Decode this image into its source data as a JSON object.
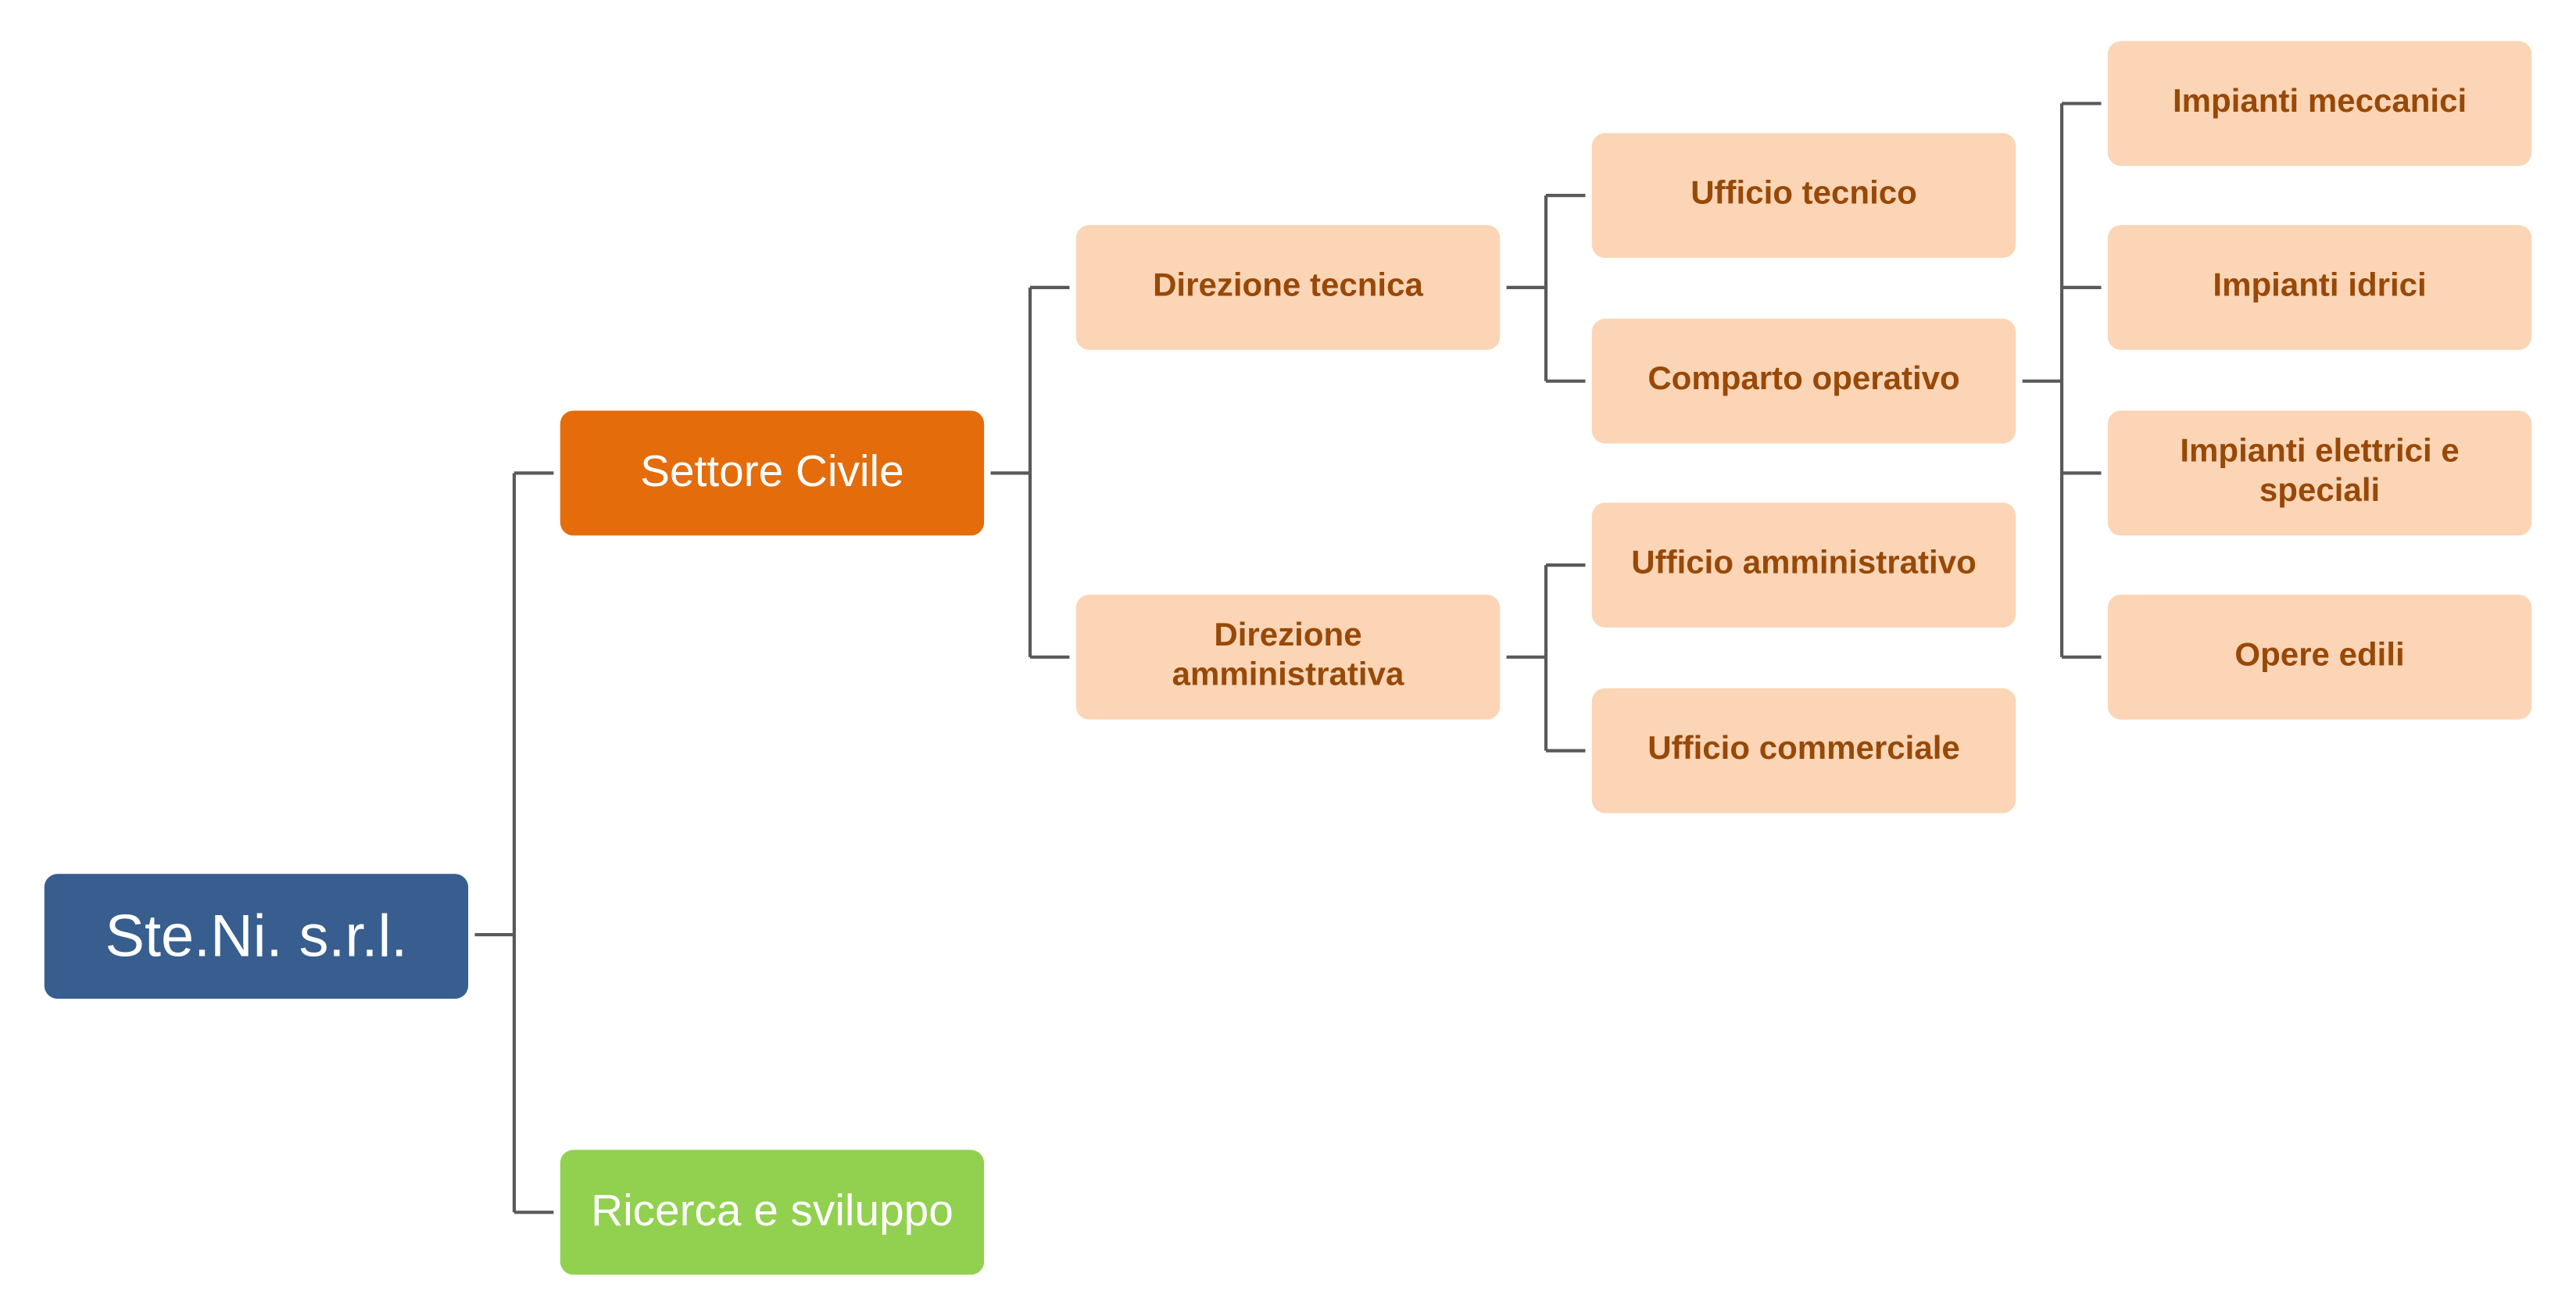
{
  "colors": {
    "root_fill": "#375e8f",
    "settore_civile_fill": "#e46c0a",
    "ricerca_fill": "#92d050",
    "leaf_fill": "#fbd5b5",
    "leaf_text": "#984807",
    "connector": "#595959"
  },
  "org_chart": {
    "root": "Ste.Ni. s.r.l.",
    "settore_civile": "Settore Civile",
    "ricerca_sviluppo": "Ricerca e sviluppo",
    "direzione_tecnica": "Direzione tecnica",
    "direzione_amministrativa": "Direzione amministrativa",
    "ufficio_tecnico": "Ufficio tecnico",
    "comparto_operativo": "Comparto operativo",
    "ufficio_amministrativo": "Ufficio amministrativo",
    "ufficio_commerciale": "Ufficio commerciale",
    "impianti_meccanici": "Impianti meccanici",
    "impianti_idrici": "Impianti idrici",
    "impianti_elettrici": "Impianti elettrici e speciali",
    "opere_edili": "Opere edili"
  }
}
